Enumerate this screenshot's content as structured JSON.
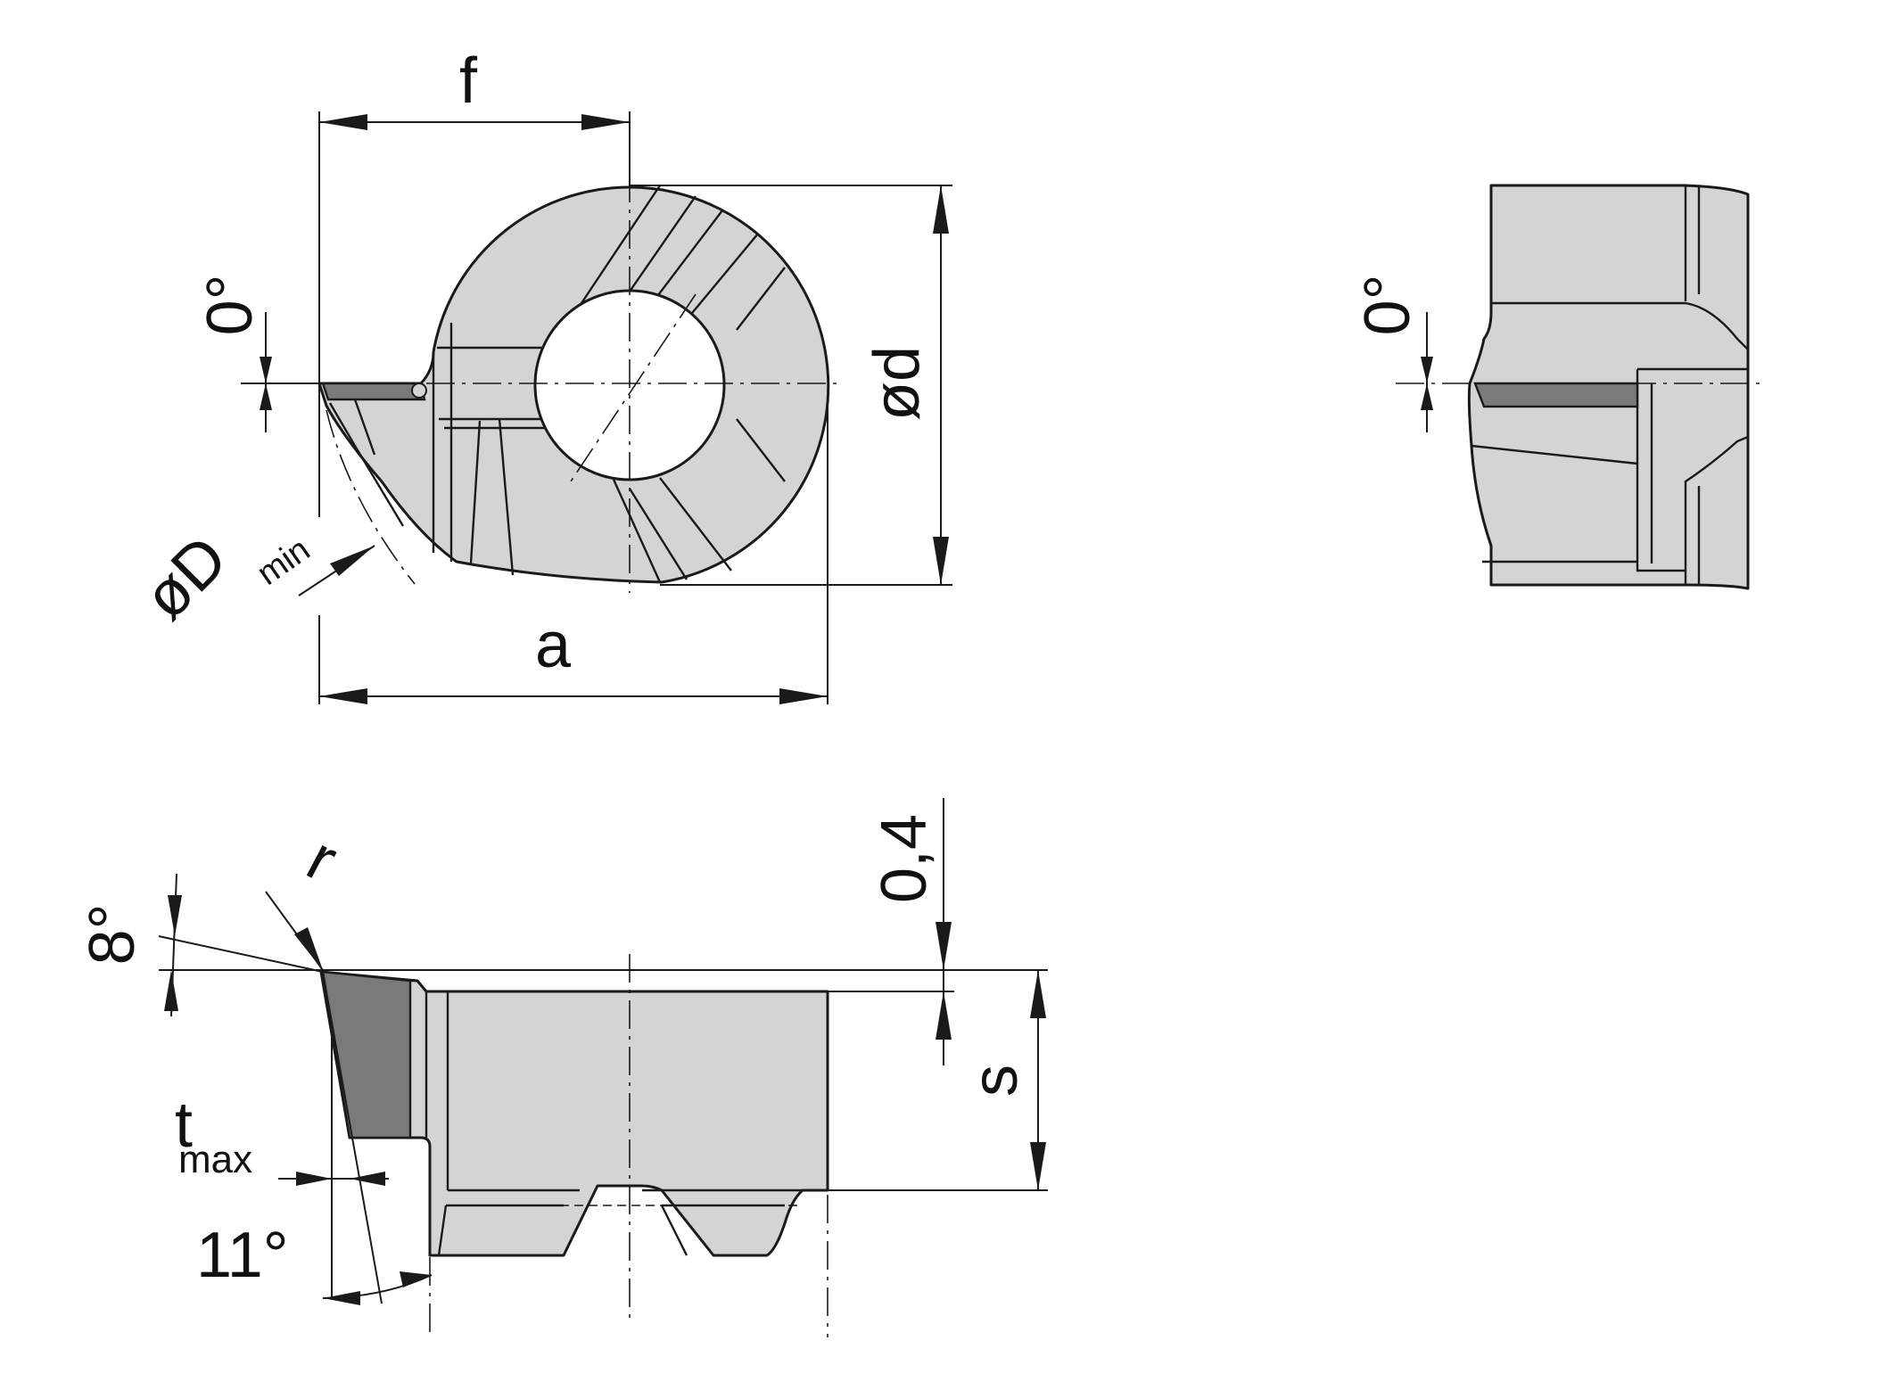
{
  "labels": {
    "f": "f",
    "a": "a",
    "od": "ød",
    "oD": "øD",
    "min": "min",
    "zero_left": "0°",
    "zero_right": "0°",
    "eight": "8°",
    "r": "r",
    "t": "t",
    "max": "max",
    "eleven": "11°",
    "zero_four": "0,4",
    "s": "s"
  }
}
